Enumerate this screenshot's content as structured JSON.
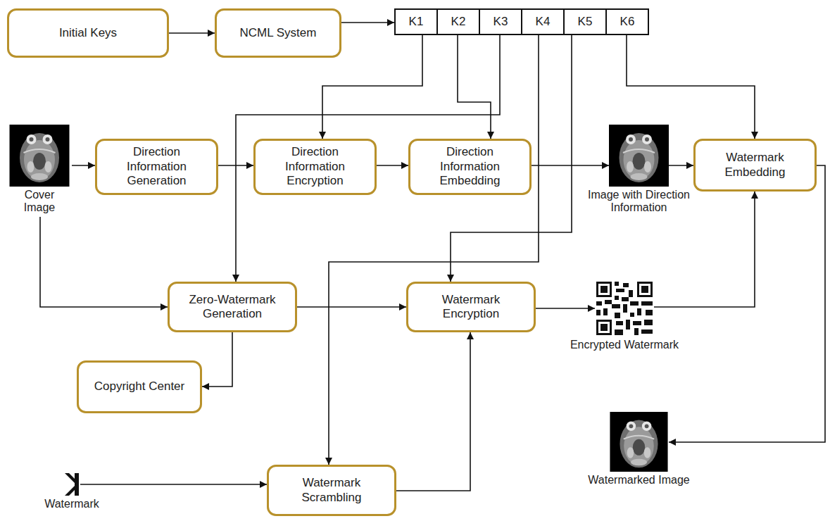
{
  "diagram": {
    "nodes": [
      {
        "text": [
          "Initial Keys"
        ]
      },
      {
        "text": [
          "NCML System"
        ]
      },
      {
        "text": [
          "K1"
        ]
      },
      {
        "text": [
          "K2"
        ]
      },
      {
        "text": [
          "K3"
        ]
      },
      {
        "text": [
          "K4"
        ]
      },
      {
        "text": [
          "K5"
        ]
      },
      {
        "text": [
          "K6"
        ]
      },
      {
        "text": [
          "Cover Image"
        ]
      },
      {
        "text": [
          "Direction Information Generation"
        ]
      },
      {
        "text": [
          "Direction Information Encryption"
        ]
      },
      {
        "text": [
          "Direction Information Embedding"
        ]
      },
      {
        "text": [
          "Image with Direction Information"
        ]
      },
      {
        "text": [
          "Watermark Embedding"
        ]
      },
      {
        "text": [
          "Zero-Watermark Generation"
        ]
      },
      {
        "text": [
          "Watermark Encryption"
        ]
      },
      {
        "text": [
          "Encrypted Watermark"
        ]
      },
      {
        "text": [
          "Copyright Center"
        ]
      },
      {
        "text": [
          "Watermarked Image"
        ]
      },
      {
        "text": [
          "Watermark"
        ]
      },
      {
        "text": [
          "Watermark Scrambling"
        ]
      }
    ],
    "edges": [
      {
        "from": 0,
        "to": 1,
        "arrow": "to"
      },
      {
        "from": 1,
        "to": 2,
        "arrow": "to"
      },
      {
        "from": 8,
        "to": 9,
        "arrow": "to"
      },
      {
        "from": 9,
        "to": 10,
        "arrow": "to"
      },
      {
        "from": 10,
        "to": 11,
        "arrow": "to"
      },
      {
        "from": 11,
        "to": 12,
        "arrow": "to"
      },
      {
        "from": 12,
        "to": 13,
        "arrow": "to"
      },
      {
        "from": 2,
        "to": 10,
        "arrow": "to"
      },
      {
        "from": 3,
        "to": 11,
        "arrow": "to"
      },
      {
        "from": 4,
        "to": 14,
        "arrow": "to"
      },
      {
        "from": 5,
        "to": 20,
        "arrow": "to"
      },
      {
        "from": 6,
        "to": 15,
        "arrow": "to"
      },
      {
        "from": 7,
        "to": 13,
        "arrow": "to"
      },
      {
        "from": 8,
        "to": 14,
        "arrow": "to"
      },
      {
        "from": 14,
        "to": 15,
        "arrow": "to"
      },
      {
        "from": 14,
        "to": 17,
        "arrow": "to"
      },
      {
        "from": 15,
        "to": 16,
        "arrow": "to"
      },
      {
        "from": 16,
        "to": 13,
        "arrow": "to"
      },
      {
        "from": 19,
        "to": 20,
        "arrow": "to"
      },
      {
        "from": 20,
        "to": 15,
        "arrow": "to"
      },
      {
        "from": 13,
        "to": 18,
        "arrow": "to"
      }
    ]
  }
}
